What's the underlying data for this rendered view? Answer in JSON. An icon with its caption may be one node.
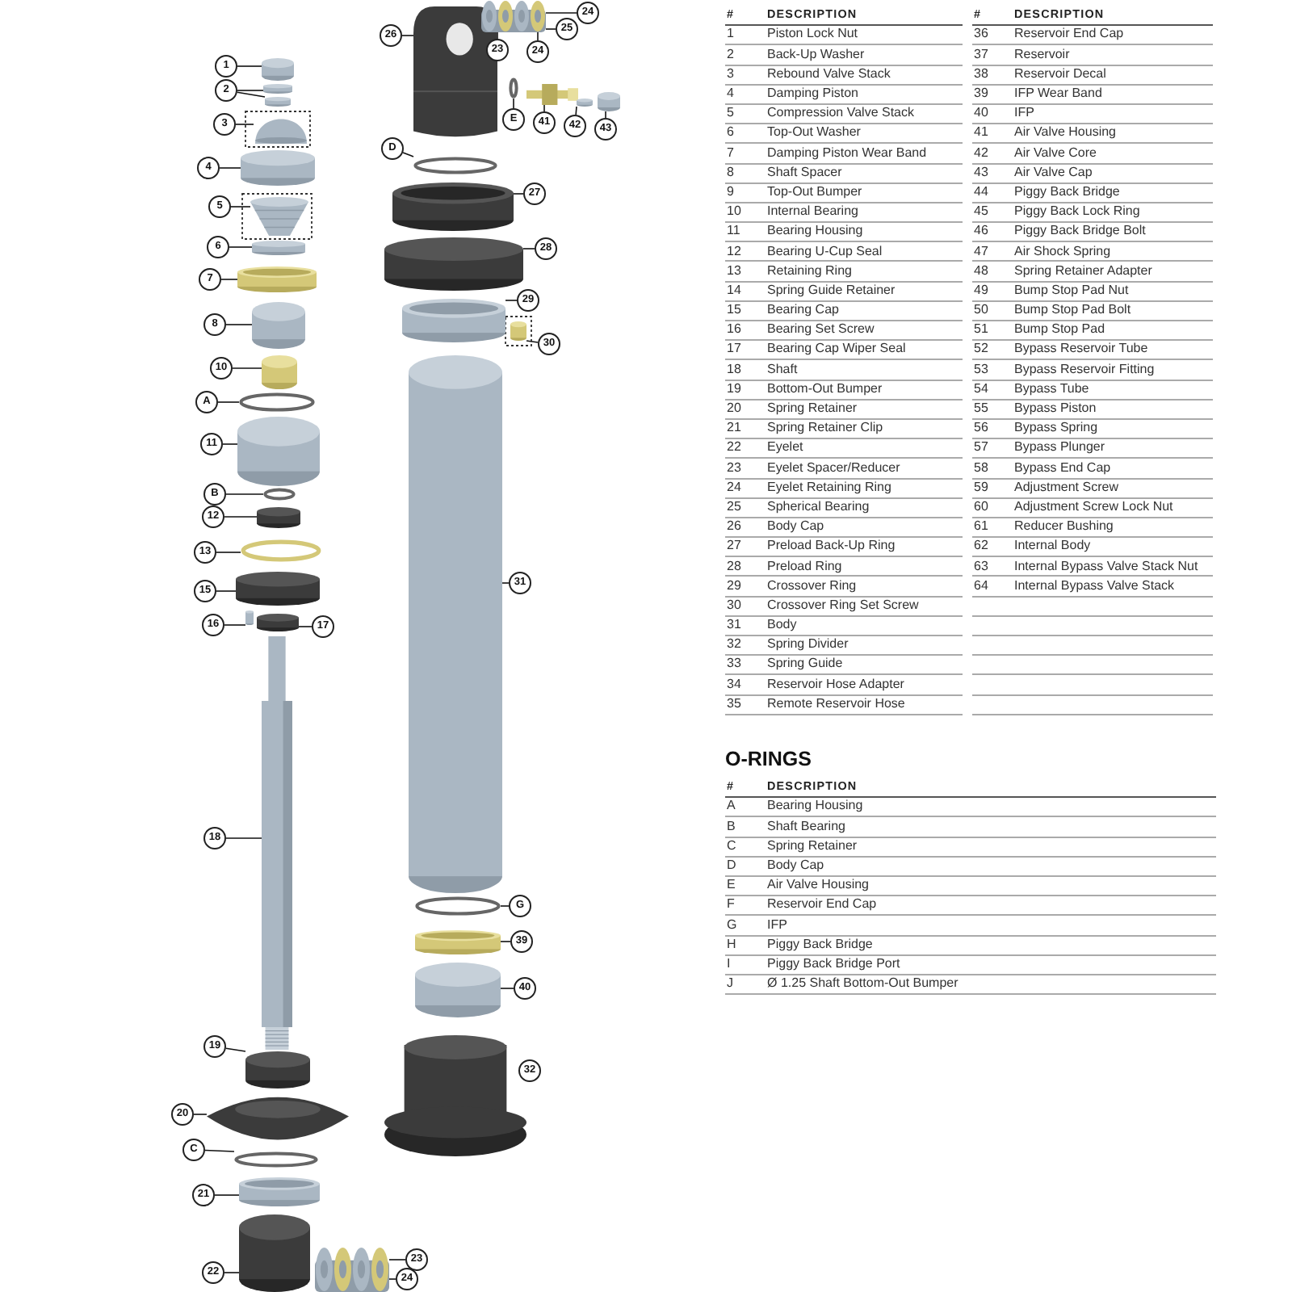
{
  "diagram": {
    "nodes": [
      {
        "text": [
          "1"
        ]
      },
      {
        "text": [],
        "shape": "cylinder"
      },
      {
        "text": [
          "2"
        ]
      },
      {
        "text": [],
        "shape": "cylinder"
      },
      {
        "text": [],
        "shape": "cylinder"
      },
      {
        "text": [
          "3"
        ]
      },
      {
        "text": [],
        "shape": "picture"
      },
      {
        "text": [
          "4"
        ]
      },
      {
        "text": [],
        "shape": "cylinder"
      },
      {
        "text": [
          "5"
        ]
      },
      {
        "text": [],
        "shape": "picture"
      },
      {
        "text": [
          "6"
        ]
      },
      {
        "text": [],
        "shape": "cylinder"
      },
      {
        "text": [
          "7"
        ]
      },
      {
        "text": [],
        "shape": "cylinder"
      },
      {
        "text": [
          "8"
        ]
      },
      {
        "text": [],
        "shape": "cylinder"
      },
      {
        "text": [
          "10"
        ]
      },
      {
        "text": [],
        "shape": "cylinder"
      },
      {
        "text": [
          "A"
        ]
      },
      {
        "text": [],
        "shape": "ring"
      },
      {
        "text": [
          "11"
        ]
      },
      {
        "text": [],
        "shape": "cylinder"
      },
      {
        "text": [
          "B"
        ]
      },
      {
        "text": [],
        "shape": "ring"
      },
      {
        "text": [
          "12"
        ]
      },
      {
        "text": [],
        "shape": "cylinder"
      },
      {
        "text": [
          "13"
        ]
      },
      {
        "text": [],
        "shape": "ring"
      },
      {
        "text": [
          "15"
        ]
      },
      {
        "text": [],
        "shape": "cylinder"
      },
      {
        "text": [
          "16"
        ]
      },
      {
        "text": [],
        "shape": "cylinder"
      },
      {
        "text": [
          "17"
        ]
      },
      {
        "text": [],
        "shape": "cylinder"
      },
      {
        "text": [
          "18"
        ]
      },
      {
        "text": [],
        "shape": "picture"
      },
      {
        "text": [
          "19"
        ]
      },
      {
        "text": [],
        "shape": "cylinder"
      },
      {
        "text": [
          "20"
        ]
      },
      {
        "text": [],
        "shape": "picture"
      },
      {
        "text": [
          "C"
        ]
      },
      {
        "text": [],
        "shape": "ring"
      },
      {
        "text": [
          "21"
        ]
      },
      {
        "text": [],
        "shape": "cylinder"
      },
      {
        "text": [
          "22"
        ]
      },
      {
        "text": [],
        "shape": "cylinder"
      },
      {
        "text": [
          "23"
        ]
      },
      {
        "text": [
          "24"
        ]
      },
      {
        "text": [],
        "shape": "picture"
      },
      {
        "text": [
          "26"
        ]
      },
      {
        "text": [],
        "shape": "picture"
      },
      {
        "text": [
          "23"
        ]
      },
      {
        "text": [
          "24"
        ]
      },
      {
        "text": [
          "25"
        ]
      },
      {
        "text": [
          "24"
        ]
      },
      {
        "text": [],
        "shape": "picture"
      },
      {
        "text": [
          "E"
        ]
      },
      {
        "text": [],
        "shape": "ring"
      },
      {
        "text": [
          "41"
        ]
      },
      {
        "text": [],
        "shape": "picture"
      },
      {
        "text": [
          "42"
        ]
      },
      {
        "text": [],
        "shape": "cylinder"
      },
      {
        "text": [
          "43"
        ]
      },
      {
        "text": [],
        "shape": "cylinder"
      },
      {
        "text": [
          "D"
        ]
      },
      {
        "text": [],
        "shape": "ring"
      },
      {
        "text": [
          "27"
        ]
      },
      {
        "text": [],
        "shape": "cylinder"
      },
      {
        "text": [
          "28"
        ]
      },
      {
        "text": [],
        "shape": "cylinder"
      },
      {
        "text": [
          "29"
        ]
      },
      {
        "text": [],
        "shape": "cylinder"
      },
      {
        "text": [
          "30"
        ]
      },
      {
        "text": [],
        "shape": "cylinder"
      },
      {
        "text": [
          "31"
        ]
      },
      {
        "text": [],
        "shape": "cylinder"
      },
      {
        "text": [
          "G"
        ]
      },
      {
        "text": [],
        "shape": "ring"
      },
      {
        "text": [
          "39"
        ]
      },
      {
        "text": [],
        "shape": "cylinder"
      },
      {
        "text": [
          "40"
        ]
      },
      {
        "text": [],
        "shape": "cylinder"
      },
      {
        "text": [
          "32"
        ]
      },
      {
        "text": [],
        "shape": "cylinder"
      }
    ],
    "edges": [
      {
        "from": 0,
        "to": 1,
        "arrow": "none"
      },
      {
        "from": 2,
        "to": 3,
        "arrow": "none"
      },
      {
        "from": 2,
        "to": 4,
        "arrow": "none"
      },
      {
        "from": 5,
        "to": 6,
        "arrow": "none"
      },
      {
        "from": 7,
        "to": 8,
        "arrow": "none"
      },
      {
        "from": 9,
        "to": 10,
        "arrow": "none"
      },
      {
        "from": 11,
        "to": 12,
        "arrow": "none"
      },
      {
        "from": 13,
        "to": 14,
        "arrow": "none"
      },
      {
        "from": 15,
        "to": 16,
        "arrow": "none"
      },
      {
        "from": 17,
        "to": 18,
        "arrow": "none"
      },
      {
        "from": 19,
        "to": 20,
        "arrow": "none"
      },
      {
        "from": 21,
        "to": 22,
        "arrow": "none"
      },
      {
        "from": 23,
        "to": 24,
        "arrow": "none"
      },
      {
        "from": 25,
        "to": 26,
        "arrow": "none"
      },
      {
        "from": 27,
        "to": 28,
        "arrow": "none"
      },
      {
        "from": 29,
        "to": 30,
        "arrow": "none"
      },
      {
        "from": 31,
        "to": 32,
        "arrow": "none"
      },
      {
        "from": 33,
        "to": 34,
        "arrow": "none"
      },
      {
        "from": 35,
        "to": 36,
        "arrow": "none"
      },
      {
        "from": 37,
        "to": 38,
        "arrow": "none"
      },
      {
        "from": 39,
        "to": 40,
        "arrow": "none"
      },
      {
        "from": 41,
        "to": 42,
        "arrow": "none"
      },
      {
        "from": 43,
        "to": 44,
        "arrow": "none"
      },
      {
        "from": 45,
        "to": 46,
        "arrow": "none"
      },
      {
        "from": 47,
        "to": 49,
        "arrow": "none"
      },
      {
        "from": 48,
        "to": 49,
        "arrow": "none"
      },
      {
        "from": 50,
        "to": 51,
        "arrow": "none"
      },
      {
        "from": 52,
        "to": 56,
        "arrow": "none"
      },
      {
        "from": 53,
        "to": 56,
        "arrow": "none"
      },
      {
        "from": 54,
        "to": 56,
        "arrow": "none"
      },
      {
        "from": 55,
        "to": 56,
        "arrow": "none"
      },
      {
        "from": 57,
        "to": 58,
        "arrow": "none"
      },
      {
        "from": 59,
        "to": 60,
        "arrow": "none"
      },
      {
        "from": 61,
        "to": 62,
        "arrow": "none"
      },
      {
        "from": 63,
        "to": 64,
        "arrow": "none"
      },
      {
        "from": 65,
        "to": 66,
        "arrow": "none"
      },
      {
        "from": 67,
        "to": 68,
        "arrow": "none"
      },
      {
        "from": 69,
        "to": 70,
        "arrow": "none"
      },
      {
        "from": 71,
        "to": 72,
        "arrow": "none"
      },
      {
        "from": 73,
        "to": 74,
        "arrow": "none"
      },
      {
        "from": 75,
        "to": 76,
        "arrow": "none"
      },
      {
        "from": 77,
        "to": 78,
        "arrow": "none"
      },
      {
        "from": 79,
        "to": 80,
        "arrow": "none"
      },
      {
        "from": 81,
        "to": 82,
        "arrow": "none"
      },
      {
        "from": 83,
        "to": 84,
        "arrow": "none"
      }
    ],
    "labels": [
      "#",
      "DESCRIPTION",
      "#",
      "DESCRIPTION",
      "1",
      "Piston Lock Nut",
      "36",
      "Reservoir End Cap",
      "2",
      "Back-Up Washer",
      "37",
      "Reservoir",
      "3",
      "Rebound Valve Stack",
      "38",
      "Reservoir Decal",
      "4",
      "Damping Piston",
      "39",
      "IFP Wear Band",
      "5",
      "Compression Valve Stack",
      "40",
      "IFP",
      "6",
      "Top-Out Washer",
      "41",
      "Air Valve Housing",
      "7",
      "Damping Piston Wear Band",
      "42",
      "Air Valve Core",
      "8",
      "Shaft Spacer",
      "43",
      "Air Valve Cap",
      "9",
      "Top-Out Bumper",
      "44",
      "Piggy Back Bridge",
      "10",
      "Internal Bearing",
      "45",
      "Piggy Back Lock Ring",
      "11",
      "Bearing Housing",
      "46",
      "Piggy Back Bridge Bolt",
      "12",
      "Bearing U-Cup Seal",
      "47",
      "Air Shock Spring",
      "13",
      "Retaining Ring",
      "48",
      "Spring Retainer Adapter",
      "14",
      "Spring Guide Retainer",
      "49",
      "Bump Stop Pad Nut",
      "15",
      "Bearing Cap",
      "50",
      "Bump Stop Pad Bolt",
      "16",
      "Bearing Set Screw",
      "51",
      "Bump Stop Pad",
      "17",
      "Bearing Cap Wiper Seal",
      "52",
      "Bypass Reservoir Tube",
      "18",
      "Shaft",
      "53",
      "Bypass Reservoir Fitting",
      "19",
      "Bottom-Out Bumper",
      "54",
      "Bypass Tube",
      "20",
      "Spring Retainer",
      "55",
      "Bypass Piston",
      "21",
      "Spring Retainer Clip",
      "56",
      "Bypass Spring",
      "22",
      "Eyelet",
      "57",
      "Bypass Plunger",
      "23",
      "Eyelet Spacer/Reducer",
      "58",
      "Bypass End Cap",
      "24",
      "Eyelet Retaining Ring",
      "59",
      "Adjustment Screw",
      "25",
      "Spherical Bearing",
      "60",
      "Adjustment Screw Lock Nut",
      "26",
      "Body Cap",
      "61",
      "Reducer Bushing",
      "27",
      "Preload Back-Up Ring",
      "62",
      "Internal Body",
      "28",
      "Preload Ring",
      "63",
      "Internal Bypass Valve Stack Nut",
      "29",
      "Crossover Ring",
      "64",
      "Internal Bypass Valve Stack",
      "30",
      "Crossover Ring Set Screw",
      "31",
      "Body",
      "32",
      "Spring Divider",
      "33",
      "Spring Guide",
      "34",
      "Reservoir Hose Adapter",
      "35",
      "Remote Reservoir Hose",
      "O-RINGS",
      "#",
      "DESCRIPTION",
      "A",
      "Bearing Housing",
      "B",
      "Shaft Bearing",
      "C",
      "Spring Retainer",
      "D",
      "Body Cap",
      "E",
      "Air Valve Housing",
      "F",
      "Reservoir End Cap",
      "G",
      "IFP",
      "H",
      "Piggy Back Bridge",
      "I",
      "Piggy Back Bridge Port",
      "J",
      "Ø 1.25 Shaft Bottom-Out Bumper"
    ]
  }
}
